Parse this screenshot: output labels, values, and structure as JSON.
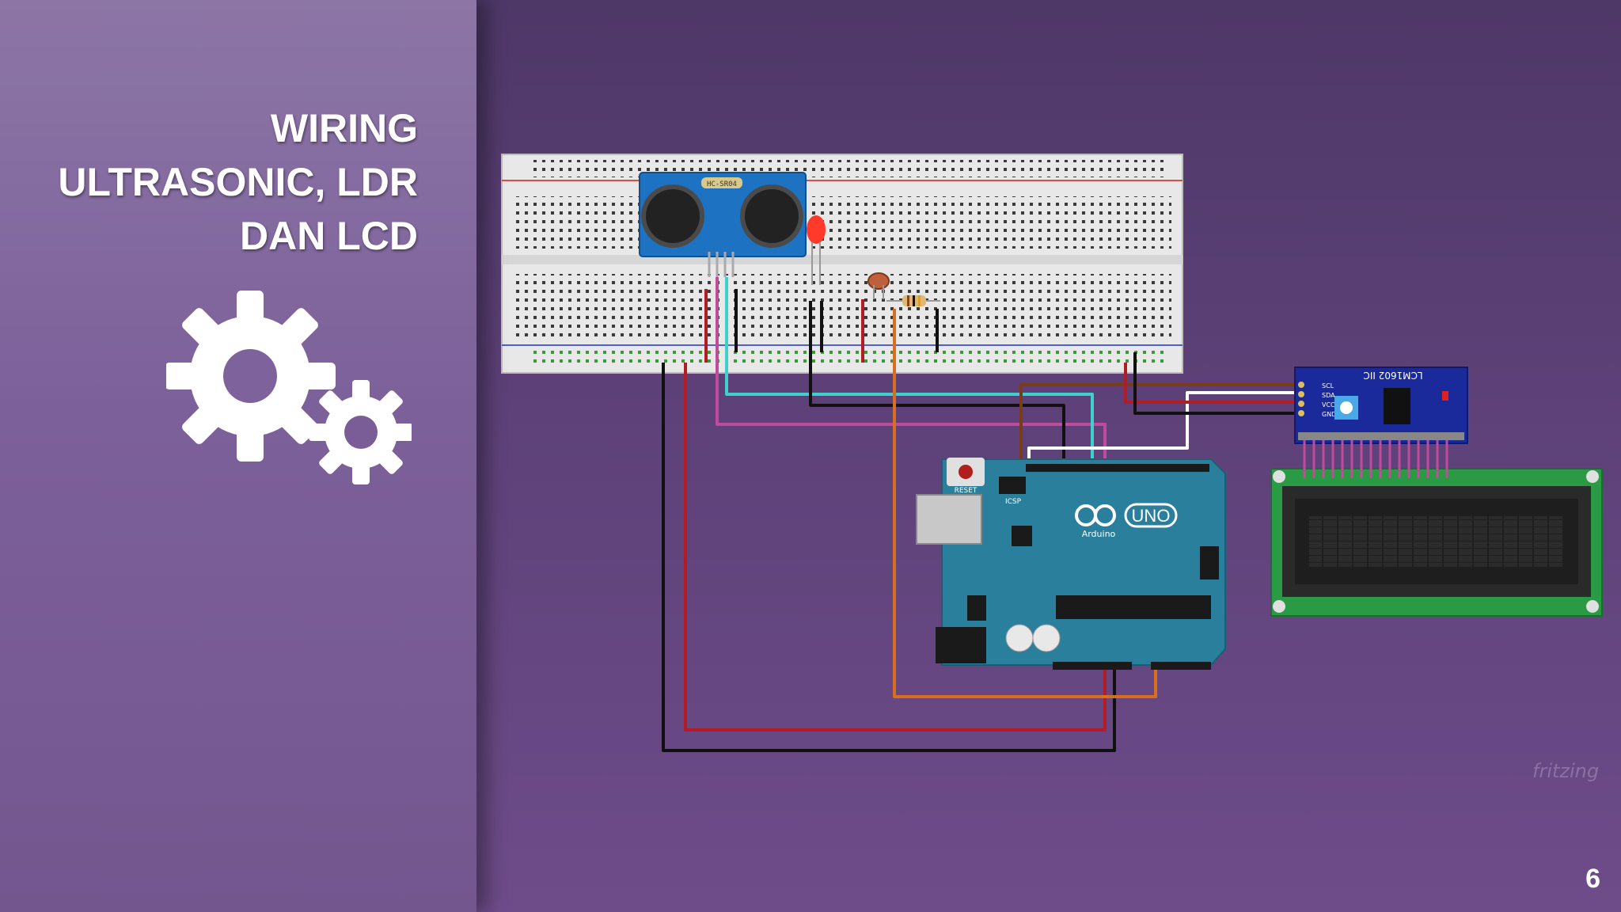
{
  "slide": {
    "title_lines": [
      "WIRING",
      "ULTRASONIC, LDR",
      "DAN LCD"
    ],
    "page_number": "6",
    "watermark": "fritzing"
  },
  "icons": {
    "gears": "gears-icon"
  },
  "diagram": {
    "components": [
      "breadboard",
      "ultrasonic-sensor",
      "red-led",
      "ldr",
      "resistor",
      "arduino-uno",
      "i2c-lcd-adapter",
      "lcd-16x2"
    ],
    "labels": {
      "arduino_logo": "UNO",
      "arduino_brand": "Arduino",
      "arduino_reset": "RESET",
      "arduino_icsp": "ICSP",
      "i2c_title": "LCM1602 IIC",
      "i2c_pins": [
        "SCL",
        "SDA",
        "VCC",
        "GND"
      ],
      "sensor_label": "HC-SR04"
    },
    "wire_colors": {
      "black": "#111111",
      "red": "#b21c24",
      "cyan": "#3fd0cc",
      "pink": "#c04a9c",
      "orange": "#d6701e",
      "brown": "#7a3b18",
      "white": "#ffffff"
    },
    "colors": {
      "background": "#5d4178",
      "panel": "#7c609a",
      "arduino": "#2a7f9c",
      "lcd_board": "#2a9a44",
      "i2c_board": "#1b2a9a"
    }
  }
}
